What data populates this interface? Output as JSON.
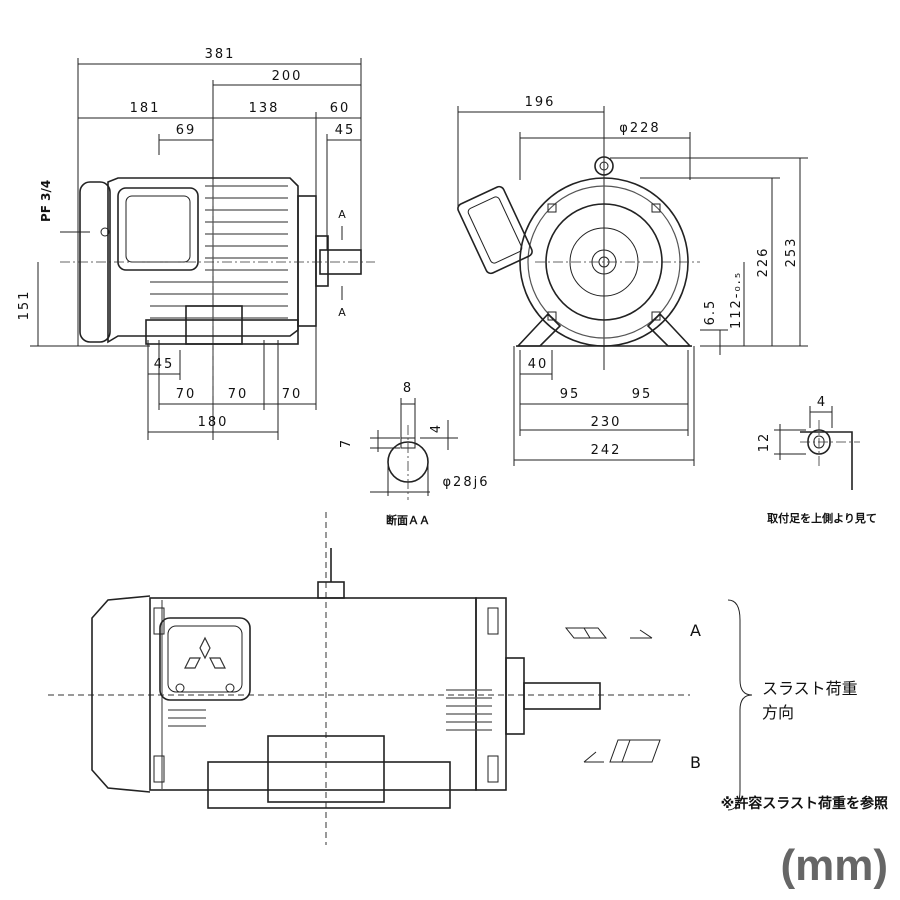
{
  "side_view": {
    "dims": {
      "overall": "381",
      "shaft_end_to_c": "200",
      "rear_to_c": "181",
      "c_to_flange": "138",
      "shaft_len": "60",
      "key_len": "45",
      "terminal_offset": "69",
      "height_center": "151",
      "foot_edge": "45",
      "foot_a": "70",
      "foot_b": "70",
      "foot_c": "70",
      "foot_span": "180"
    },
    "conduit": "PF 3/4",
    "section_marks": [
      "A",
      "A"
    ]
  },
  "front_view": {
    "dims": {
      "terminal_width": "196",
      "frame_dia": "φ228",
      "height_total": "253",
      "height_mid": "226",
      "shaft_height": "112-₀.₅",
      "foot_thick": "6.5",
      "foot_edge": "40",
      "half_left": "95",
      "half_right": "95",
      "foot_span": "230",
      "foot_total": "242"
    }
  },
  "section_aa": {
    "dims": {
      "key_w": "8",
      "key_depth": "7",
      "key_h": "4",
      "shaft_dia": "φ28j6"
    },
    "caption": "断面ＡＡ"
  },
  "foot_hole": {
    "dims": {
      "slot_w": "4",
      "slot_h": "12"
    },
    "caption": "取付足を上側より見て"
  },
  "thrust": {
    "labels": [
      "A",
      "B"
    ],
    "caption_line1": "スラスト荷重",
    "caption_line2": "方向",
    "note": "※許容スラスト荷重を参照"
  },
  "unit_label": "(mm)"
}
